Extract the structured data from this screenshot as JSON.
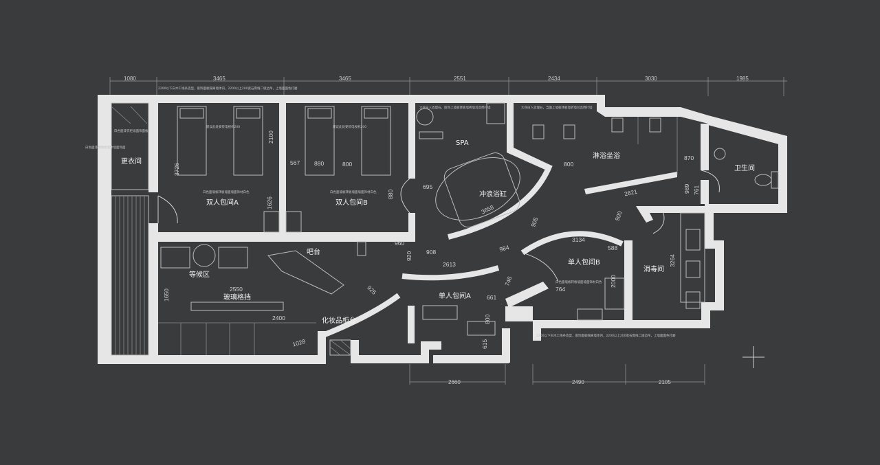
{
  "plan": {
    "top_dimensions": [
      "1080",
      "3465",
      "3465",
      "2551",
      "2434",
      "3030",
      "1985"
    ],
    "bottom_dimensions": [
      "2660",
      "2490",
      "2105"
    ],
    "rooms": {
      "changing": "更衣间",
      "double_a": "双人包间A",
      "double_b": "双人包间B",
      "spa": "SPA",
      "surf_tub": "冲浪浴缸",
      "shower": "淋浴坐浴",
      "toilet": "卫生间",
      "waiting": "等候区",
      "bar": "吧台",
      "glass_partition": "玻璃格挡",
      "vanity": "化妆品柜台",
      "single_a": "单人包间A",
      "single_b": "单人包间B",
      "disinfect": "消毒间"
    },
    "inner_dims": {
      "d3726": "3726",
      "d2100": "2100",
      "d1626": "1626",
      "d567": "567",
      "d880a": "880",
      "d800a": "800",
      "d880b": "880",
      "d695": "695",
      "d3658": "3658",
      "d800b": "800",
      "d870": "870",
      "d2621": "2621",
      "d989": "989",
      "d761": "761",
      "d3134": "3134",
      "d588": "588",
      "d2000": "2000",
      "d3264": "3264",
      "d764": "764",
      "d984": "984",
      "d908": "908",
      "d2613": "2613",
      "d920": "920",
      "d746": "746",
      "d661": "661",
      "d2550": "2550",
      "d1650": "1650",
      "d2400": "2400",
      "d1028": "1028",
      "d925": "925",
      "d900": "900",
      "d800c": "800",
      "d615": "615",
      "d905": "905",
      "d960": "960"
    },
    "notes": {
      "n_top_a": "2200以下白木工线条造型，嵌饰面板隔离墙体内，2200以上200宽石膏线二级边吊，上墙面面色打磨",
      "n_top_b": "大花白人造理石，嵌饰上墙板转板墙砖墙台高档打墙",
      "n_top_c": "大花白人造理石，当面上墙板转板墙转墙台高档打墙",
      "n_changing": "白色面漆衣柜墙面饰面板",
      "n_bed_a": "建议此处安装电视机200",
      "n_bed_b": "建议此处安装电视机200",
      "n_left": "白色面漆储物柜墙体墙面饰面",
      "n_double_a": "白色面墙板转板墙面墙面饰材白色",
      "n_double_b": "白色面墙板转板墙面墙面饰材白色",
      "n_single_b": "白色面墙板转板墙面墙面饰材白色",
      "n_bottom": "2200以下白木工线条造型，嵌饰面板隔离墙体内，2200以上200宽石膏线二级边吊，上墙面面色打磨"
    }
  }
}
